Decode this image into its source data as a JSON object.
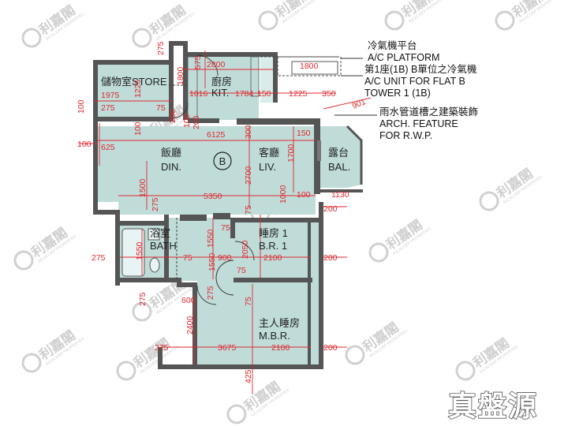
{
  "watermark": {
    "brand_zh": "利嘉閣",
    "brand_en": "RICACORP PROPERTIES",
    "stamp": "真盤源"
  },
  "unit_label": "B",
  "rooms": {
    "store": {
      "zh": "儲物室",
      "en": "STORE"
    },
    "kitchen": {
      "zh": "廚房",
      "en": "KIT."
    },
    "dining": {
      "zh": "飯廳",
      "en": "DIN."
    },
    "living": {
      "zh": "客廳",
      "en": "LIV."
    },
    "balcony": {
      "zh": "露台",
      "en": "BAL."
    },
    "bath": {
      "zh": "浴室",
      "en": "BATH"
    },
    "bedroom1": {
      "zh": "睡房 1",
      "en": "B.R. 1"
    },
    "master": {
      "zh": "主人睡房",
      "en": "M.B.R."
    }
  },
  "notes": {
    "ac_platform_zh": "冷氣機平台",
    "ac_platform_en": "A/C PLATFORM",
    "ac_unit_zh": "第1座(1B) B單位之冷氣機",
    "ac_unit_en1": "A/C UNIT FOR FLAT B",
    "ac_unit_en2": "TOWER 1 (1B)",
    "arch_zh": "雨水管道槽之建築裝飾",
    "arch_en1": "ARCH. FEATURE",
    "arch_en2": "FOR R.W.P."
  },
  "dimensions": {
    "d275_top": "275",
    "d575": "575",
    "d2800": "2800",
    "d1800_kit": "1800",
    "d1800_plat": "1800",
    "d1975": "1975",
    "d1225_store": "1225",
    "d100_left": "100",
    "d275_store": "275",
    "d75_store": "75",
    "d1016": "1016",
    "d1784": "1784",
    "d150_kit": "150",
    "d1225_kit": "1225",
    "d350": "350",
    "d901": "901",
    "d200_a": "200",
    "d100_a": "100",
    "d200_b": "200",
    "d6125": "6125",
    "d300": "300",
    "d150_liv": "150",
    "d100_din": "100",
    "d625": "625",
    "d1700": "1700",
    "d2700": "2700",
    "d1500": "1500",
    "d1000": "1000",
    "d100_bal": "100",
    "d1130": "1130",
    "d5350": "5350",
    "d275_din": "275",
    "d200_right1": "200",
    "d75_br_a": "75",
    "d75_br_b": "75",
    "d1550_v": "1550",
    "d275_bath": "275",
    "d1550_bath": "1550",
    "d75_bath": "75",
    "d1550_br": "1550",
    "d900": "900",
    "d2050": "2050",
    "d2100_br": "2100",
    "d200_right2": "200",
    "d75_door": "75",
    "d275_lower": "275",
    "d600": "600",
    "d275_low2": "275",
    "d75_mbr": "75",
    "d2400": "2400",
    "d275_mbr": "275",
    "d3675": "3675",
    "d2100_mbr": "2100",
    "d200_right3": "200",
    "d425": "425"
  }
}
